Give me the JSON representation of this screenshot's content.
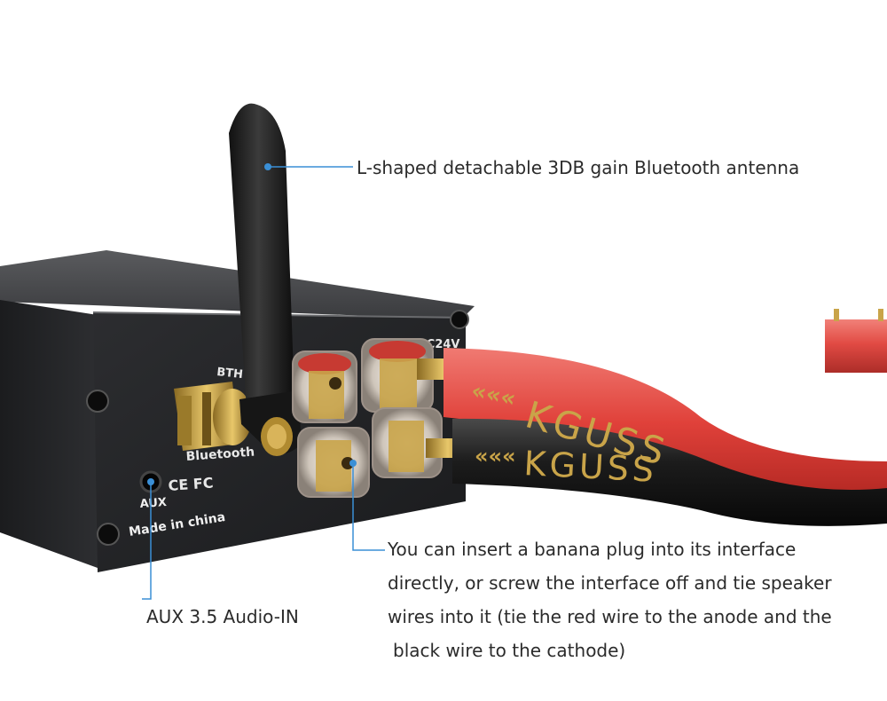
{
  "callouts": {
    "antenna": "L-shaped detachable 3DB gain Bluetooth antenna",
    "aux": "AUX  3.5  Audio-IN",
    "banana": [
      "You can insert a banana plug into its interface",
      "directly, or screw the interface off and tie speaker",
      "wires into it (tie the red wire to the anode and the",
      "black wire to the cathode)"
    ]
  },
  "device_labels": {
    "bt": "BTH",
    "dc": "DC24V",
    "aux": "AUX",
    "bluetooth": "Bluetooth",
    "made_in": "Made in china",
    "cert": "CE FC"
  },
  "cable_brand": "KGUSS",
  "colors": {
    "callout_line": "#3a8fd6",
    "red_cable": "#e0413a",
    "black_cable": "#1c1c1c",
    "gold_text": "#c9a449",
    "chassis": "#2a2a2c"
  }
}
